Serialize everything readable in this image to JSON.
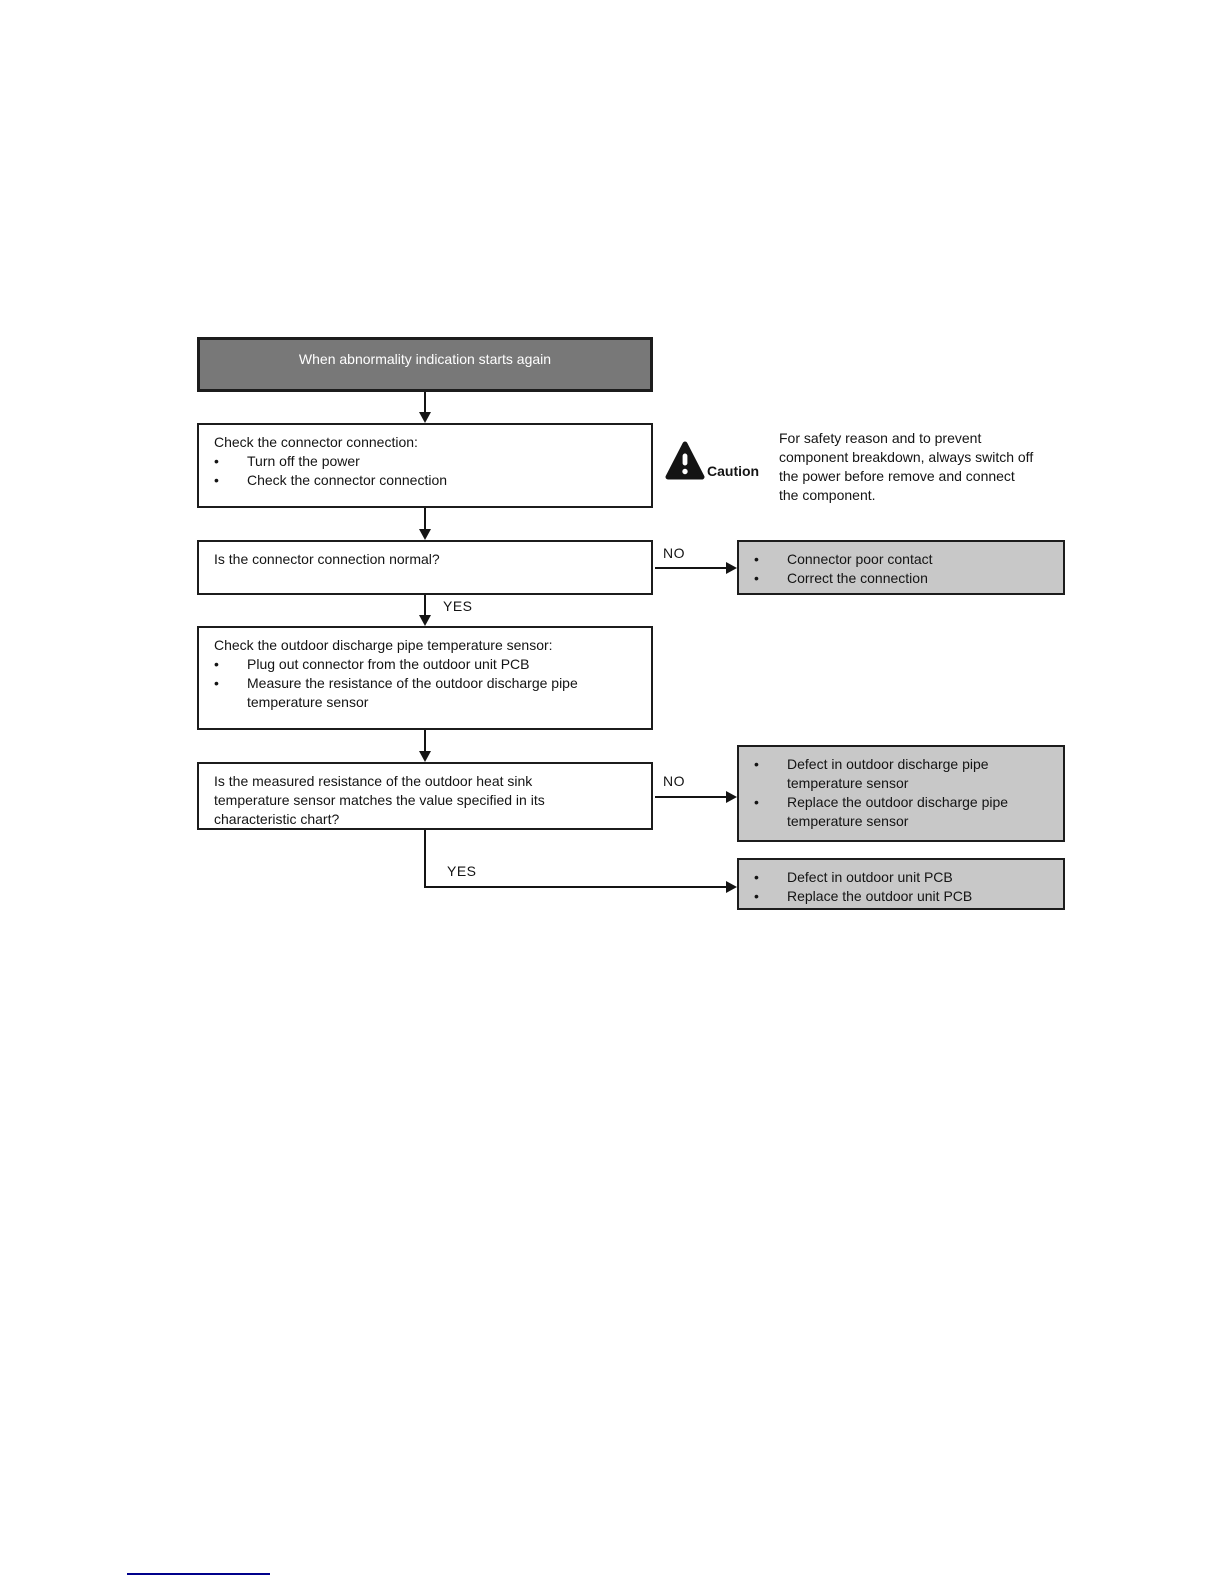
{
  "colors": {
    "start_fill": "#787878",
    "start_text": "#ffffff",
    "result_fill": "#c8c8c8",
    "node_border": "#1c1c1c",
    "line": "#141414",
    "text": "#141414",
    "footer_rule": "#00008b",
    "page_bg": "#ffffff"
  },
  "glyphs": {
    "bullet": "•"
  },
  "flowchart": {
    "start": {
      "label": "When abnormality indication starts again"
    },
    "steps": {
      "check_connector": {
        "title": "Check the connector connection:",
        "bullets": [
          "Turn off the power",
          "Check the connector connection"
        ]
      },
      "decision_connector": {
        "question": "Is the connector connection normal?"
      },
      "check_sensor": {
        "title": "Check the outdoor discharge pipe temperature sensor:",
        "bullets": [
          "Plug out connector from the outdoor unit PCB",
          "Measure the resistance of the outdoor discharge pipe temperature sensor"
        ]
      },
      "decision_resistance": {
        "question": "Is the measured resistance of the outdoor heat sink temperature sensor matches the value specified in its characteristic chart?"
      }
    },
    "results": {
      "poor_contact": {
        "bullets": [
          "Connector poor contact",
          "Correct the connection"
        ]
      },
      "sensor_defect": {
        "bullets": [
          "Defect in outdoor discharge pipe temperature sensor",
          "Replace the outdoor discharge pipe temperature sensor"
        ]
      },
      "pcb_defect": {
        "bullets": [
          "Defect in outdoor unit PCB",
          "Replace the outdoor unit PCB"
        ]
      }
    },
    "labels": {
      "yes": "YES",
      "no": "NO"
    },
    "caution": {
      "label": "Caution",
      "text": "For safety reason and to prevent component breakdown, always switch off the power before remove and connect the component."
    }
  }
}
